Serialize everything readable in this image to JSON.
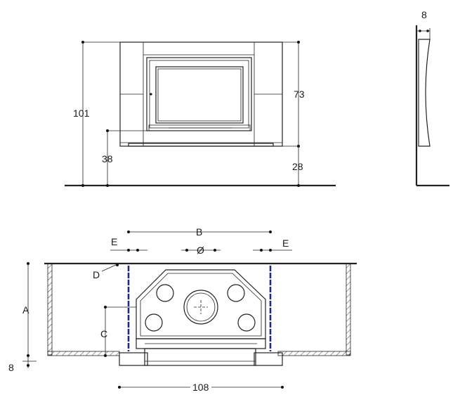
{
  "front_view": {
    "dim_total_height": "101",
    "dim_opening_height": "73",
    "dim_opening_base": "38",
    "dim_base_height": "28"
  },
  "side_view": {
    "dim_depth": "8"
  },
  "plan_view": {
    "label_B": "B",
    "label_E_left": "E",
    "label_E_right": "E",
    "label_diameter": "Ø",
    "label_D": "D",
    "label_A": "A",
    "label_C": "C",
    "dim_8": "8",
    "dim_width": "108"
  },
  "colors": {
    "line": "#222222",
    "blue_dashed": "#1f2a8a",
    "pink_hatch": "#e05a8a"
  }
}
